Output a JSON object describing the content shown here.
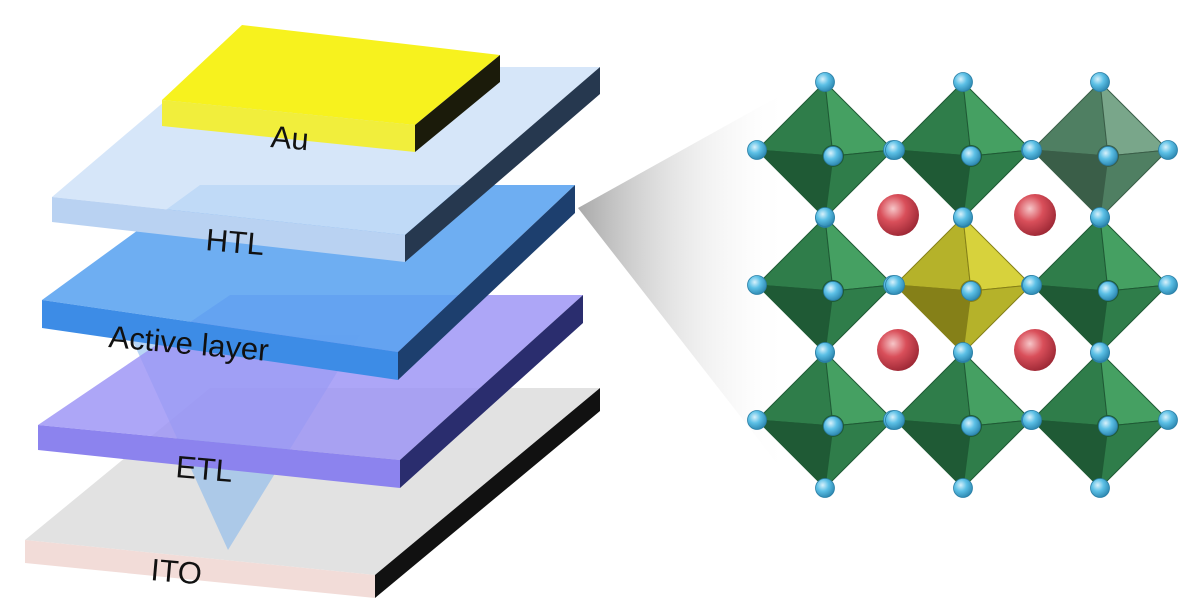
{
  "layers": [
    {
      "id": "ito",
      "label": "ITO",
      "top": "#e2e2e2",
      "front": "#f2dcd8",
      "side": "#111111"
    },
    {
      "id": "etl",
      "label": "ETL",
      "top": "#9b93f5",
      "front": "#8c83ee",
      "side": "#2a2d6e"
    },
    {
      "id": "active",
      "label": "Active layer",
      "top": "#5aa3f0",
      "front": "#3d8ce6",
      "side": "#1d3f6e"
    },
    {
      "id": "htl",
      "label": "HTL",
      "top": "#cfe2f8",
      "front": "#b9d2f2",
      "side": "#26384f"
    },
    {
      "id": "au",
      "label": "Au",
      "top": "#f7f21e",
      "front": "#f1ee3c",
      "side": "#1b1b0a"
    }
  ],
  "crystal": {
    "octahedron_colors": {
      "main": "#2f7d4a",
      "light": "#45a062",
      "dark": "#1f5a35"
    },
    "highlight_octahedron": {
      "main": "#b5b22a",
      "light": "#d7d23c",
      "dark": "#858018"
    },
    "faded_octahedron": {
      "main": "#4f7f62",
      "light": "#79a68a",
      "dark": "#3a5e48"
    },
    "anion_color": "#4fb4dc",
    "cation_color": "#d44a55"
  }
}
